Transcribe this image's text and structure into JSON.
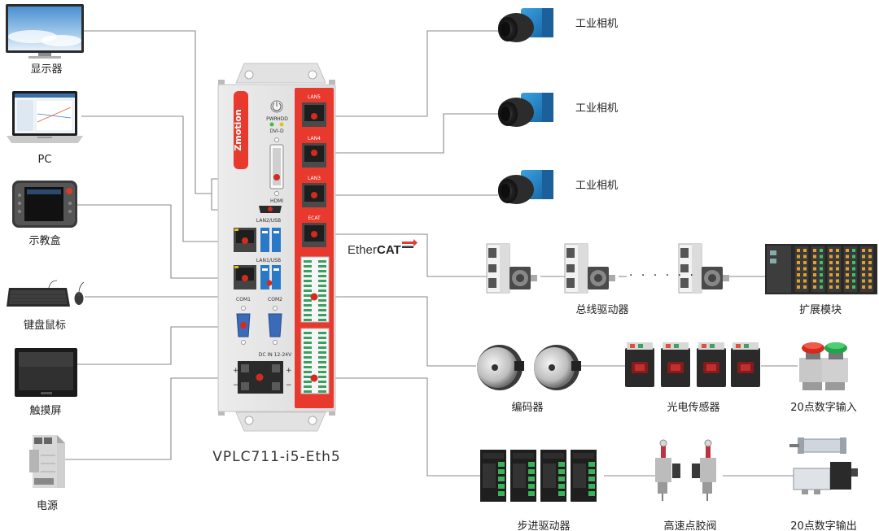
{
  "left_devices": [
    {
      "id": "monitor",
      "label": "显示器",
      "icon": "monitor-icon"
    },
    {
      "id": "pc",
      "label": "PC",
      "icon": "laptop-icon"
    },
    {
      "id": "teach",
      "label": "示教盒",
      "icon": "teach-pendant-icon"
    },
    {
      "id": "keyboard",
      "label": "键盘鼠标",
      "icon": "keyboard-mouse-icon"
    },
    {
      "id": "touch",
      "label": "触摸屏",
      "icon": "touchscreen-icon"
    },
    {
      "id": "power",
      "label": "电源",
      "icon": "power-supply-icon"
    }
  ],
  "controller": {
    "brand": "Zmotion",
    "model": "VPLC711-i5-Eth5",
    "ports": {
      "pwr": "PWR",
      "hdd": "HDD",
      "dvi": "DVI-D",
      "hdmi": "HDMI",
      "lan2usb": "LAN2/USB",
      "lan1usb": "LAN1/USB",
      "com1": "COM1",
      "com2": "COM2",
      "dcin": "DC IN 12-24V",
      "lan5": "LAN5",
      "lan4": "LAN4",
      "lan3": "LAN3",
      "ecat": "ECAT",
      "plus": "+",
      "minus": "−"
    },
    "accent_color": "#e8392f"
  },
  "ethercat_logo": {
    "prefix": "Ether",
    "suffix": "CAT"
  },
  "cameras": [
    {
      "label": "工业相机"
    },
    {
      "label": "工业相机"
    },
    {
      "label": "工业相机"
    }
  ],
  "right_groups": {
    "bus_drive": "总线驱动器",
    "ellipsis": "· · · · · ·",
    "expansion": "扩展模块",
    "encoder": "编码器",
    "photo_sensor": "光电传感器",
    "digital_in": "20点数字输入",
    "stepper": "步进驱动器",
    "dispense_valve": "高速点胶阀",
    "digital_out": "20点数字输出"
  }
}
